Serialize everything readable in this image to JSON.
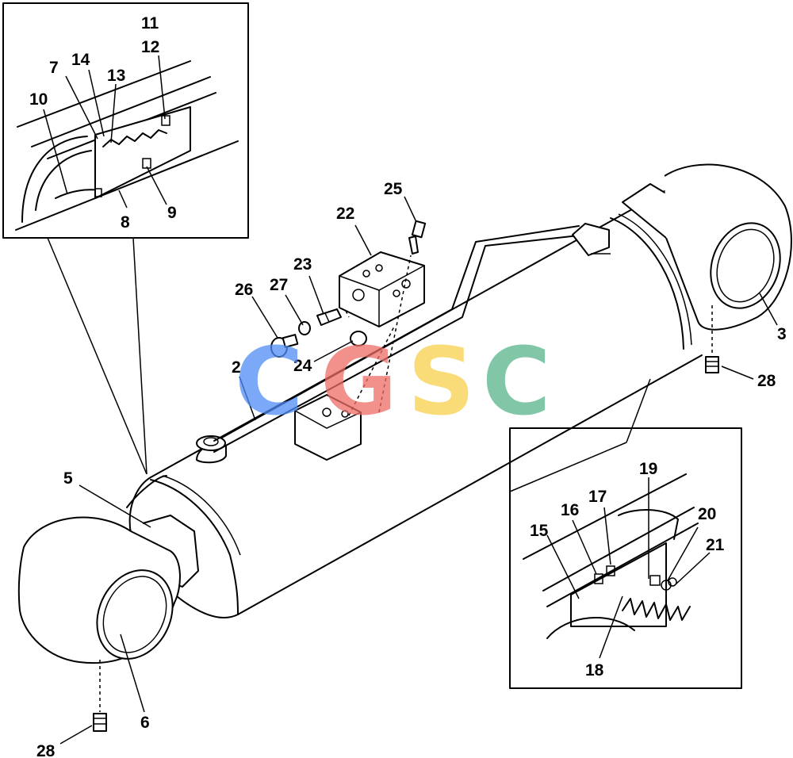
{
  "callouts": [
    "11",
    "12",
    "7",
    "14",
    "13",
    "10",
    "8",
    "9",
    "25",
    "22",
    "23",
    "27",
    "26",
    "24",
    "2",
    "3",
    "28",
    "5",
    "19",
    "17",
    "16",
    "15",
    "20",
    "21",
    "18",
    "6",
    "28"
  ],
  "watermark": {
    "letters": [
      "C",
      "G",
      "S",
      "C"
    ],
    "colors": [
      "#4f8df5",
      "#ee6b66",
      "#f7cf4a",
      "#57b48a"
    ]
  }
}
